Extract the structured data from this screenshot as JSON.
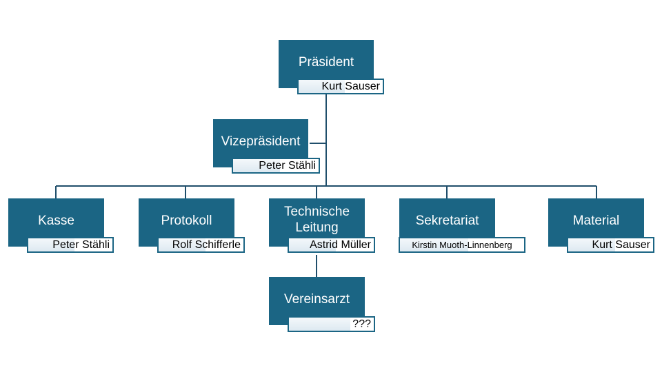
{
  "org_chart": {
    "colors": {
      "box_fill": "#1b6584",
      "box_text": "#ffffff",
      "connector": "#1f4e6b",
      "name_border": "#1b6584"
    },
    "nodes": [
      {
        "id": "praesident",
        "role": "Präsident",
        "name": "Kurt Sauser"
      },
      {
        "id": "vizepraesident",
        "role": "Vizepräsident",
        "name": "Peter Stähli"
      },
      {
        "id": "kasse",
        "role": "Kasse",
        "name": "Peter Stähli"
      },
      {
        "id": "protokoll",
        "role": "Protokoll",
        "name": "Rolf Schifferle"
      },
      {
        "id": "technische-leitung",
        "role": "Technische Leitung",
        "name": "Astrid Müller"
      },
      {
        "id": "sekretariat",
        "role": "Sekretariat",
        "name": "Kirstin Muoth-Linnenberg"
      },
      {
        "id": "material",
        "role": "Material",
        "name": "Kurt Sauser"
      },
      {
        "id": "vereinsarzt",
        "role": "Vereinsarzt",
        "name": "???"
      }
    ]
  }
}
